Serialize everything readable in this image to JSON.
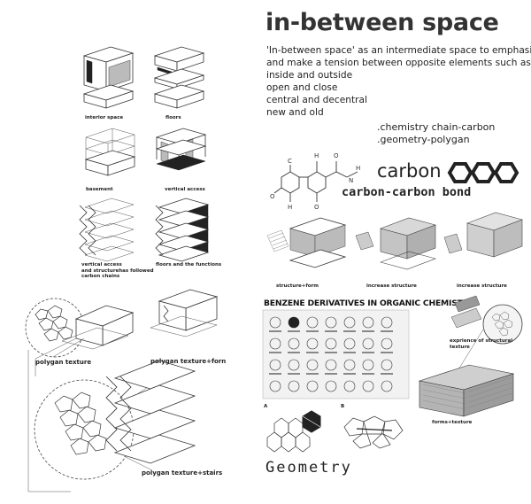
{
  "header": {
    "title": "in-between space",
    "intro_lines": [
      "'In-between space' as an intermediate space to emphasize",
      "and make a tension  between opposite elements such as",
      "inside and outside",
      "open and close",
      "central and decentral",
      "new and old"
    ],
    "concepts": [
      ".chemistry chain-carbon",
      ".geometry-polygan"
    ],
    "carbon_label": "carbon",
    "bond_label": "carbon-carbon bond"
  },
  "diagrams": {
    "interior_space": "interior space",
    "floors": "floors",
    "basement": "basement",
    "vertical_access": "vertical access",
    "vertical_access_carbon": [
      "vertical access",
      "and structurehas followed",
      "carbon chains"
    ],
    "floors_functions": "floors and the functions",
    "polygan_texture": "polygan texture",
    "polygan_texture_form": "polygan texture+forn",
    "polygan_texture_stairs": "polygan texture+stairs",
    "structure_form": "structure+form",
    "increase_structure_1": "increase structure",
    "increase_structure_2": "increase structure",
    "experience_structural": [
      "exprience of structural",
      "texture"
    ],
    "forms_texture": "forms+texture"
  },
  "poster": {
    "title": "BENZENE DERIVATIVES IN ORGANIC CHEMISTRY",
    "label_a": "A",
    "label_b": "B"
  },
  "geometry_label": "Geometry"
}
